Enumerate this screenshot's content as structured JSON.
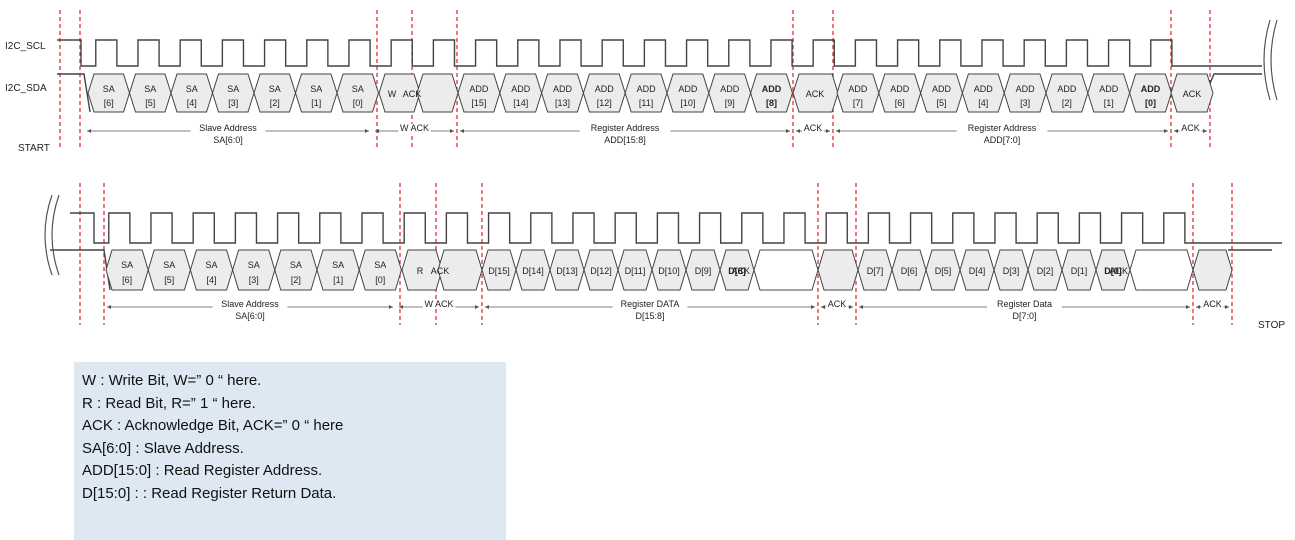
{
  "signals": {
    "scl_label": "I2C_SCL",
    "sda_label": "I2C_SDA"
  },
  "conditions": {
    "start": "START",
    "stop": "STOP"
  },
  "row1": {
    "slave_cells": [
      [
        "SA",
        "[6]"
      ],
      [
        "SA",
        "[5]"
      ],
      [
        "SA",
        "[4]"
      ],
      [
        "SA",
        "[3]"
      ],
      [
        "SA",
        "[2]"
      ],
      [
        "SA",
        "[1]"
      ],
      [
        "SA",
        "[0]"
      ]
    ],
    "rw_label": "W",
    "ack_label": "ACK",
    "addr_hi_cells": [
      [
        "ADD",
        "[15]"
      ],
      [
        "ADD",
        "[14]"
      ],
      [
        "ADD",
        "[13]"
      ],
      [
        "ADD",
        "[12]"
      ],
      [
        "ADD",
        "[11]"
      ],
      [
        "ADD",
        "[10]"
      ],
      [
        "ADD",
        "[9]"
      ],
      [
        "ADD",
        "[8]"
      ]
    ],
    "addr_lo_cells": [
      [
        "ADD",
        "[7]"
      ],
      [
        "ADD",
        "[6]"
      ],
      [
        "ADD",
        "[5]"
      ],
      [
        "ADD",
        "[4]"
      ],
      [
        "ADD",
        "[3]"
      ],
      [
        "ADD",
        "[2]"
      ],
      [
        "ADD",
        "[1]"
      ],
      [
        "ADD",
        "[0]"
      ]
    ],
    "annotations": [
      [
        "Slave Address",
        "SA[6:0]"
      ],
      [
        "W ACK",
        ""
      ],
      [
        "Register Address",
        "ADD[15:8]"
      ],
      [
        "ACK",
        ""
      ],
      [
        "Register Address",
        "ADD[7:0]"
      ],
      [
        "ACK",
        ""
      ]
    ]
  },
  "row2": {
    "slave_cells": [
      [
        "SA",
        "[6]"
      ],
      [
        "SA",
        "[5]"
      ],
      [
        "SA",
        "[4]"
      ],
      [
        "SA",
        "[3]"
      ],
      [
        "SA",
        "[2]"
      ],
      [
        "SA",
        "[1]"
      ],
      [
        "SA",
        "[0]"
      ]
    ],
    "rw_label": "R",
    "ack_label": "ACK",
    "data_hi": [
      "D[15]",
      "D[14]",
      "D[13]",
      "D[12]",
      "D[11]",
      "D[10]",
      "D[9]",
      "D[8]"
    ],
    "data_lo": [
      "D[7]",
      "D[6]",
      "D[5]",
      "D[4]",
      "D[3]",
      "D[2]",
      "D[1]",
      "D[0]"
    ],
    "annotations": [
      [
        "Slave Address",
        "SA[6:0]"
      ],
      [
        "W ACK",
        ""
      ],
      [
        "Register DATA",
        "D[15:8]"
      ],
      [
        "ACK",
        ""
      ],
      [
        "Register Data",
        "D[7:0]"
      ],
      [
        "ACK",
        ""
      ]
    ]
  },
  "legend": {
    "lines": [
      "W : Write Bit, W=” 0 “ here.",
      "R : Read Bit, R=” 1 “ here.",
      "ACK : Acknowledge Bit, ACK=” 0 “ here",
      "SA[6:0] : Slave Address.",
      "ADD[15:0] : Read Register Address.",
      "D[15:0] : : Read Register Return Data."
    ]
  },
  "colors": {
    "line": "#444444",
    "cell_fill": "#ececec",
    "marker": "#e0202a",
    "legend_bg": "#dde8f2"
  }
}
